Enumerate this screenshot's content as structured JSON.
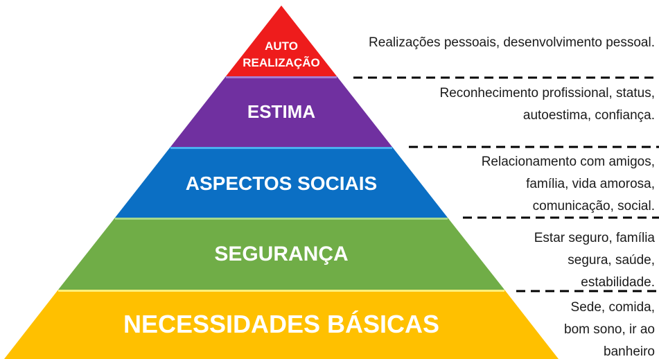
{
  "levels": [
    {
      "name": [
        "AUTO",
        "REALIZAÇÃO"
      ],
      "color": "#ee1c1c",
      "description": [
        "Realizações pessoais, desenvolvimento pessoal."
      ]
    },
    {
      "name": [
        "ESTIMA"
      ],
      "color": "#7030a0",
      "description": [
        "Reconhecimento profissional, status,",
        "autoestima, confiança."
      ]
    },
    {
      "name": [
        "ASPECTOS SOCIAIS"
      ],
      "color": "#0b6fc4",
      "description": [
        "Relacionamento com amigos,",
        "família, vida amorosa,",
        "comunicação, social."
      ]
    },
    {
      "name": [
        "SEGURANÇA"
      ],
      "color": "#70ad47",
      "description": [
        "Estar seguro, família",
        "segura, saúde,",
        "estabilidade."
      ]
    },
    {
      "name": [
        "NECESSIDADES BÁSICAS"
      ],
      "color": "#ffc000",
      "description": [
        "Sede, comida,",
        "bom sono, ir ao",
        "banheiro"
      ]
    }
  ]
}
